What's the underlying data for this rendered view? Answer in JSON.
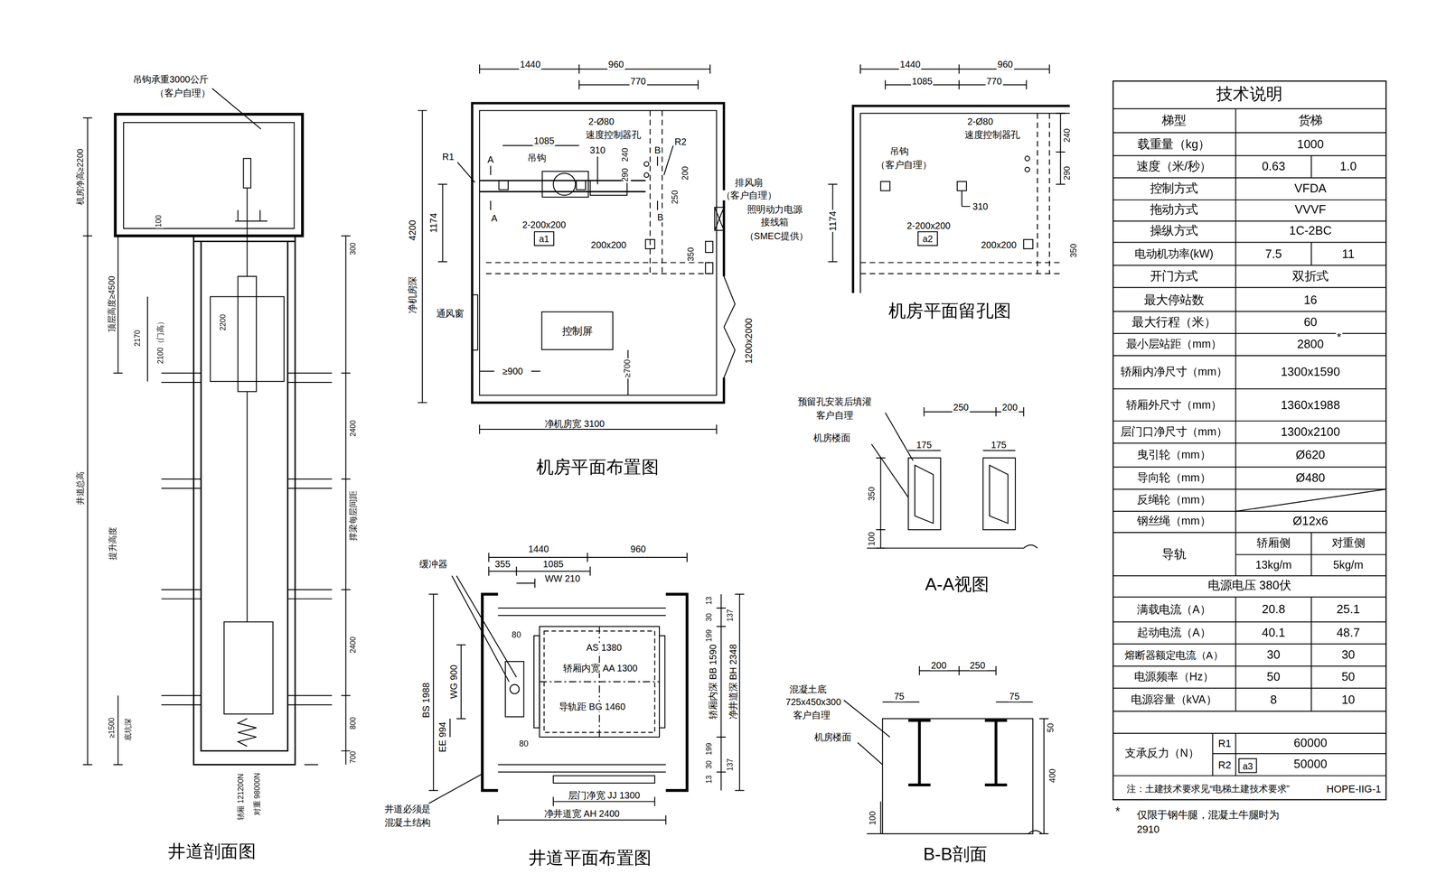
{
  "diagram": {
    "nodes": [
      {
        "text": [
          "控制屏"
        ]
      },
      {
        "text": [
          "a1"
        ]
      },
      {
        "text": [
          "a2"
        ]
      },
      {
        "text": [
          "a3"
        ]
      }
    ],
    "labels": [
      "吊钩承重3000公斤",
      "（客户自理）",
      "机房净高≥2200",
      "100",
      "300",
      "顶层高度≥4500",
      "2170",
      "2100（门高）",
      "2200",
      "井道总高",
      "提升高度",
      "2400",
      "撑梁每层间距",
      "2400",
      "≥1500",
      "底坑深",
      "800",
      "700",
      "轿厢 121200N",
      "对重 98000N",
      "井道剖面图",
      "1440",
      "960",
      "770",
      "2-Ø80",
      "速度控制器孔",
      "1085",
      "310",
      "240",
      "B",
      "R2",
      "R1",
      "A",
      "吊钩",
      "290",
      "200",
      "250",
      "B",
      "A",
      "1174",
      "2-200x200",
      "200x200",
      "350",
      "排风扇",
      "（客户自理）",
      "照明动力电源",
      "接线箱",
      "（SMEC提供）",
      "净机房深",
      "4200",
      "通风窗",
      "1200x2000",
      "≥700",
      "≥900",
      "净机房宽 3100",
      "机房平面布置图",
      "1440",
      "960",
      "1085",
      "770",
      "2-Ø80",
      "速度控制器孔",
      "240",
      "290",
      "吊钩",
      "（客户自理）",
      "1174",
      "310",
      "2-200x200",
      "200x200",
      "350",
      "机房平面留孔图",
      "250",
      "200",
      "175",
      "175",
      "预留孔安装后填灌",
      "客户自理",
      "机房楼面",
      "350",
      "100",
      "A-A视图",
      "200",
      "250",
      "75",
      "75",
      "50",
      "混凝土底",
      "725x450x300",
      "客户自理",
      "机房楼面",
      "400",
      "100",
      "B-B剖面",
      "1440",
      "960",
      "355",
      "1085",
      "WW 210",
      "缓冲器",
      "80",
      "AS 1380",
      "轿厢内宽 AA 1300",
      "导轨距 BG 1460",
      "80",
      "BS 1988",
      "WG 900",
      "EE 994",
      "13",
      "30",
      "199",
      "137",
      "轿厢内深 BB 1590",
      "净井道深 BH 2348",
      "199",
      "30",
      "13",
      "137",
      "层门净宽 JJ 1300",
      "净井道宽 AH 2400",
      "井道必须是",
      "混凝土结构",
      "井道平面布置图",
      "技术说明",
      "梯型",
      "货梯",
      "载重量（kg）",
      "1000",
      "速度（米/秒）",
      "0.63",
      "1.0",
      "控制方式",
      "VFDA",
      "拖动方式",
      "VVVF",
      "操纵方式",
      "1C-2BC",
      "电动机功率(kW)",
      "7.5",
      "11",
      "开门方式",
      "双折式",
      "最大停站数",
      "16",
      "最大行程（米）",
      "60",
      "最小层站距（mm）",
      "2800",
      "*",
      "轿厢内净尺寸（mm）",
      "1300x1590",
      "轿厢外尺寸（mm）",
      "1360x1988",
      "层门口净尺寸（mm）",
      "1300x2100",
      "曳引轮（mm）",
      "Ø620",
      "导向轮（mm）",
      "Ø480",
      "反绳轮（mm）",
      "钢丝绳（mm）",
      "Ø12x6",
      "导轨",
      "轿厢侧",
      "对重侧",
      "13kg/m",
      "5kg/m",
      "电源电压 380伏",
      "满载电流（A）",
      "20.8",
      "25.1",
      "起动电流（A）",
      "40.1",
      "48.7",
      "熔断器额定电流（A）",
      "30",
      "30",
      "电源频率（Hz）",
      "50",
      "50",
      "电源容量（kVA）",
      "8",
      "10",
      "支承反力（N）",
      "R1",
      "60000",
      "R2",
      "50000",
      "注：土建技术要求见“电梯土建技术要求”",
      "HOPE-IIG-1",
      "*",
      "仅限于钢牛腿，混凝土牛腿时为",
      "2910"
    ]
  }
}
